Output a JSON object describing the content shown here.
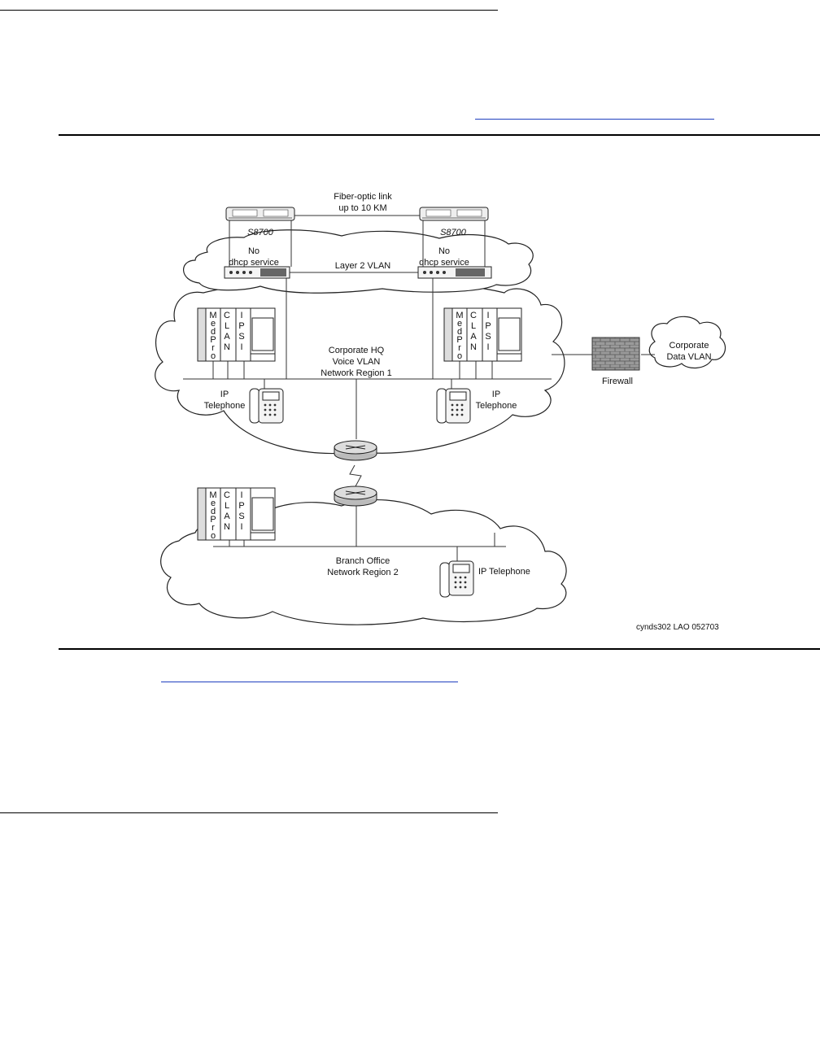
{
  "figure": {
    "fiber_link_line1": "Fiber-optic link",
    "fiber_link_line2": "up to 10 KM",
    "server_left_label": "S8700",
    "server_right_label": "S8700",
    "no_dhcp_left_line1": "No",
    "no_dhcp_left_line2": "dhcp service",
    "no_dhcp_right_line1": "No",
    "no_dhcp_right_line2": "dhcp service",
    "layer2_vlan": "Layer 2 VLAN",
    "hq_line1": "Corporate HQ",
    "hq_line2": "Voice VLAN",
    "hq_line3": "Network Region 1",
    "medpro_letters": [
      "M",
      "e",
      "d",
      "P",
      "r",
      "o"
    ],
    "clan_letters": [
      "C",
      "L",
      "A",
      "N"
    ],
    "ipsi_letters": [
      "I",
      "P",
      "S",
      "I"
    ],
    "ip_tel_left_line1": "IP",
    "ip_tel_left_line2": "Telephone",
    "ip_tel_right_line1": "IP",
    "ip_tel_right_line2": "Telephone",
    "firewall": "Firewall",
    "data_vlan_line1": "Corporate",
    "data_vlan_line2": "Data VLAN",
    "branch_line1": "Branch Office",
    "branch_line2": "Network Region 2",
    "ip_tel_branch": "IP Telephone",
    "figure_id": "cynds302 LAO 052703"
  }
}
